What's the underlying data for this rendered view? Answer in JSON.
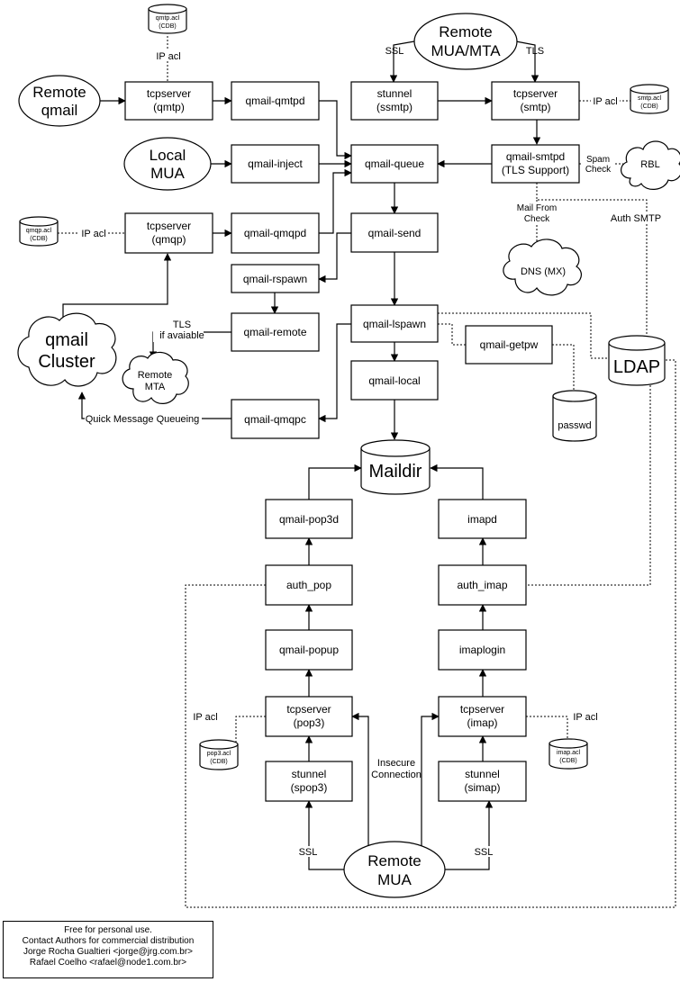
{
  "components": {
    "tcpserver_qmtp": [
      "tcpserver",
      "(qmtp)"
    ],
    "qmail_qmtpd": [
      "qmail-qmtpd"
    ],
    "stunnel_ssmtp": [
      "stunnel",
      "(ssmtp)"
    ],
    "tcpserver_smtp": [
      "tcpserver",
      "(smtp)"
    ],
    "qmail_inject": [
      "qmail-inject"
    ],
    "qmail_queue": [
      "qmail-queue"
    ],
    "qmail_smtpd": [
      "qmail-smtpd",
      "(TLS Support)"
    ],
    "tcpserver_qmqp": [
      "tcpserver",
      "(qmqp)"
    ],
    "qmail_qmqpd": [
      "qmail-qmqpd"
    ],
    "qmail_send": [
      "qmail-send"
    ],
    "qmail_rspawn": [
      "qmail-rspawn"
    ],
    "qmail_remote": [
      "qmail-remote"
    ],
    "qmail_lspawn": [
      "qmail-lspawn"
    ],
    "qmail_getpw": [
      "qmail-getpw"
    ],
    "qmail_local": [
      "qmail-local"
    ],
    "qmail_qmqpc": [
      "qmail-qmqpc"
    ],
    "qmail_pop3d": [
      "qmail-pop3d"
    ],
    "imapd": [
      "imapd"
    ],
    "auth_pop": [
      "auth_pop"
    ],
    "auth_imap": [
      "auth_imap"
    ],
    "qmail_popup": [
      "qmail-popup"
    ],
    "imaplogin": [
      "imaplogin"
    ],
    "tcpserver_pop3": [
      "tcpserver",
      "(pop3)"
    ],
    "tcpserver_imap": [
      "tcpserver",
      "(imap)"
    ],
    "stunnel_spop3": [
      "stunnel",
      "(spop3)"
    ],
    "stunnel_simap": [
      "stunnel",
      "(simap)"
    ]
  },
  "ellipses": {
    "remote_mua_mta": [
      "Remote",
      "MUA/MTA"
    ],
    "remote_qmail": [
      "Remote",
      "qmail"
    ],
    "local_mua": [
      "Local",
      "MUA"
    ],
    "remote_mua": [
      "Remote",
      "MUA"
    ]
  },
  "clouds": {
    "rbl": [
      "RBL"
    ],
    "dns": [
      "DNS (MX)"
    ],
    "cluster": [
      "qmail",
      "Cluster"
    ],
    "remote_mta": [
      "Remote",
      "MTA"
    ]
  },
  "stores": {
    "qmtp_acl": [
      "qmtp.acl",
      "(CDB)"
    ],
    "smtp_acl": [
      "smtp.acl",
      "(CDB)"
    ],
    "qmqp_acl": [
      "qmqp.acl",
      "(CDB)"
    ],
    "pop3_acl": [
      "pop3.acl",
      "(CDB)"
    ],
    "imap_acl": [
      "imap.acl",
      "(CDB)"
    ],
    "passwd": [
      "passwd"
    ],
    "maildir": [
      "Maildir"
    ],
    "ldap": [
      "LDAP"
    ]
  },
  "labels": {
    "ip_acl_qmtp": "IP acl",
    "ssl_top": "SSL",
    "tls_top": "TLS",
    "ip_acl_smtp": "IP acl",
    "spam_check": [
      "Spam",
      "Check"
    ],
    "ip_acl_qmqp": "IP acl",
    "mail_from_check": [
      "Mail From",
      "Check"
    ],
    "auth_smtp": "Auth SMTP",
    "tls_if_available": [
      "TLS",
      "if avaiable"
    ],
    "quick_message_queueing": "Quick Message Queueing",
    "ip_acl_pop3": "IP acl",
    "ip_acl_imap": "IP acl",
    "insecure_connection": [
      "Insecure",
      "Connection"
    ],
    "ssl_left": "SSL",
    "ssl_right": "SSL"
  },
  "credits": {
    "line1": "Free for personal use.",
    "line2": "Contact Authors for commercial distribution",
    "line3": "Jorge Rocha Gualtieri <jorge@jrg.com.br>",
    "line4": "Rafael Coelho <rafael@node1.com.br>"
  }
}
